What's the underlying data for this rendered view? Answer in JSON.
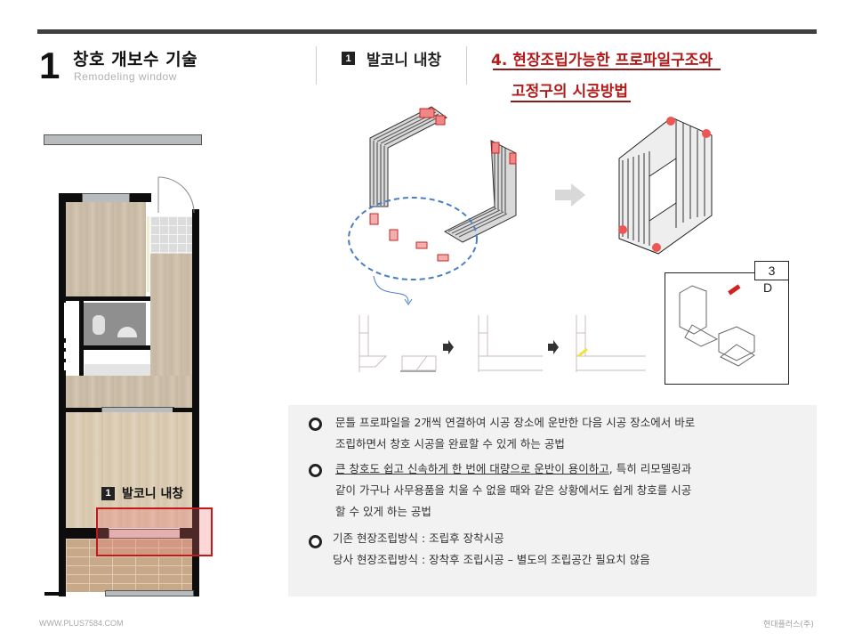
{
  "header": {
    "section_number": "1",
    "section_title": "창호 개보수 기술",
    "section_subtitle": "Remodeling window",
    "sub_badge": "1",
    "sub_heading": "발코니 내창",
    "topic_title_line1": "4.  현장조립가능한 프로파일구조와",
    "topic_title_line2": "고정구의 시공방법"
  },
  "floor_plan": {
    "label_badge": "1",
    "label_text": "발코니 내창",
    "highlight_color": "#c21a1a"
  },
  "diagram": {
    "arrow_icon": "right-arrow",
    "detail_box_tag_line1": "3",
    "detail_box_tag_line2": "D"
  },
  "bullets": [
    {
      "lines": [
        "문틀 프로파일을 2개씩 연결하여 시공 장소에 운반한 다음 시공 장소에서 바로",
        "조립하면서 창호 시공을 완료할 수 있게 하는 공법"
      ]
    },
    {
      "underlined": "큰 창호도 쉽고 신속하게 한 번에 대량으로 운반이 용이하고",
      "rest": ", 특히 리모델링과",
      "lines": [
        "같이 가구나 사무용품을 치울 수 없을 때와 같은 상황에서도 쉽게 창호를 시공",
        "할 수 있게 하는 공법"
      ]
    },
    {
      "lines": [
        "기존 현장조립방식 : 조립후 장착시공",
        "당사 현장조립방식 : 장착후 조립시공 – 별도의 조립공간 필요치 않음"
      ]
    }
  ],
  "footer": {
    "website": "WWW.PLUS7584.COM",
    "company": "현대플러스(주)"
  },
  "colors": {
    "accent_red": "#b31b1b",
    "header_bar": "#3f3f3f",
    "panel_bg": "#f2f2f2",
    "dashed_circle": "#4a7ec4"
  }
}
